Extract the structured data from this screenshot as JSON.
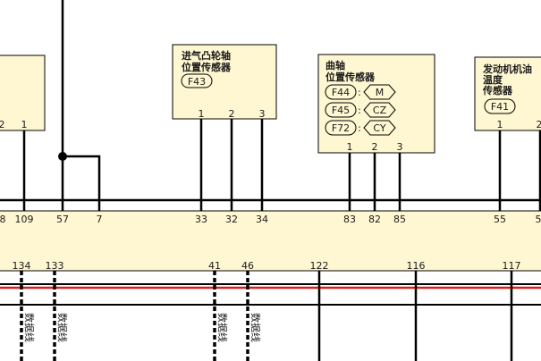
{
  "colors": {
    "box_fill": "#FFF7D1",
    "wire": "#000000",
    "can_line": "#D81E1E",
    "background": "#FFFFFF"
  },
  "left_component": {
    "pins": [
      "2",
      "1"
    ]
  },
  "camshaft_sensor": {
    "title_line1": "进气凸轮轴",
    "title_line2": "位置传感器",
    "code": "F43",
    "pins": [
      "1",
      "2",
      "3"
    ]
  },
  "crankshaft_sensor": {
    "title_line1": "曲轴",
    "title_line2": "位置传感器",
    "connectors": [
      {
        "code": "F44",
        "sep": ":",
        "tag": "M"
      },
      {
        "code": "F45",
        "sep": ":",
        "tag": "CZ"
      },
      {
        "code": "F72",
        "sep": ":",
        "tag": "CY"
      }
    ],
    "pins": [
      "1",
      "2",
      "3"
    ]
  },
  "oil_temp_sensor": {
    "title_line1": "发动机机油",
    "title_line2": "温度",
    "title_line3": "传感器",
    "code": "F41",
    "pins": [
      "1",
      "2"
    ]
  },
  "ecu_top_pins": [
    "8",
    "109",
    "57",
    "7",
    "33",
    "32",
    "34",
    "83",
    "82",
    "85",
    "55",
    "5"
  ],
  "ecu_bottom_pins": [
    "134",
    "133",
    "41",
    "46",
    "122",
    "116",
    "117"
  ],
  "data_line_label": "数据线"
}
